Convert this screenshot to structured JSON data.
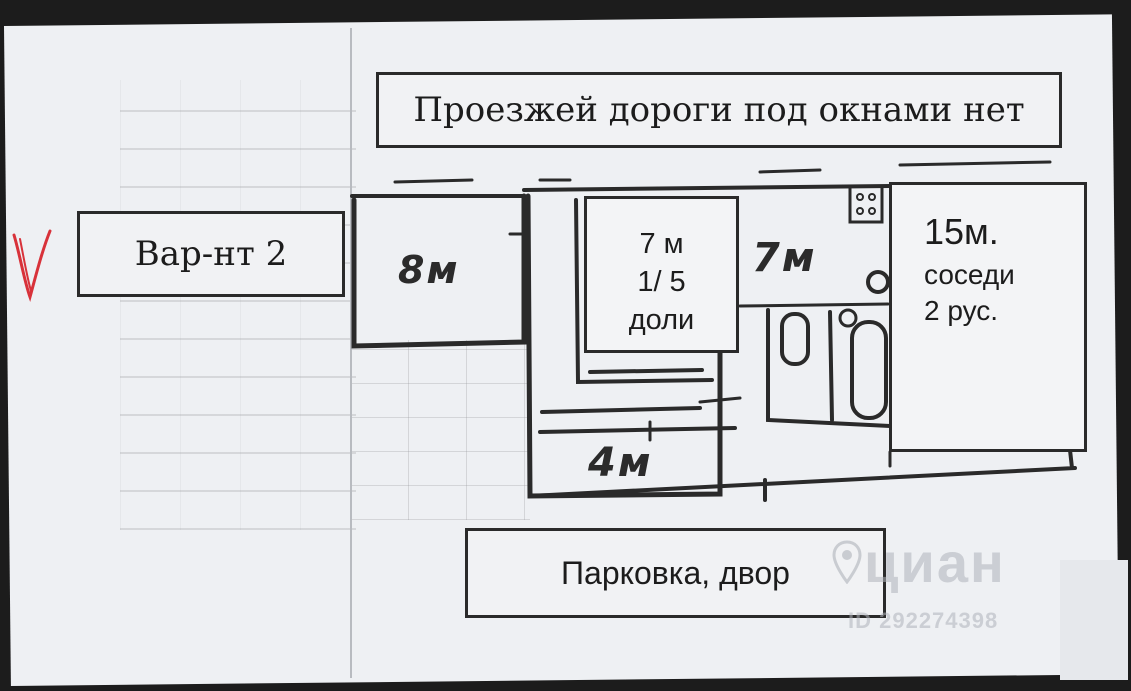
{
  "labels": {
    "road_note": "Проезжей дороги под окнами нет",
    "variant": "Вар-нт 2",
    "parking": "Парковка,  двор"
  },
  "rooms": {
    "share_room": {
      "line1": "7 м",
      "line2": "1/ 5",
      "line3": "доли"
    },
    "neighbors_room": {
      "line1": "15м.",
      "line2": "соседи",
      "line3": "2 рус."
    },
    "handwritten": {
      "room_left": "8м",
      "kitchen": "7м",
      "corridor": "4м"
    }
  },
  "watermark": {
    "logo": "циан",
    "id": "ID 292274398"
  },
  "colors": {
    "paper": "#eef0f3",
    "ink": "#2a2a2a",
    "check_mark": "#d8323a",
    "watermark": "#b0b3b9"
  }
}
